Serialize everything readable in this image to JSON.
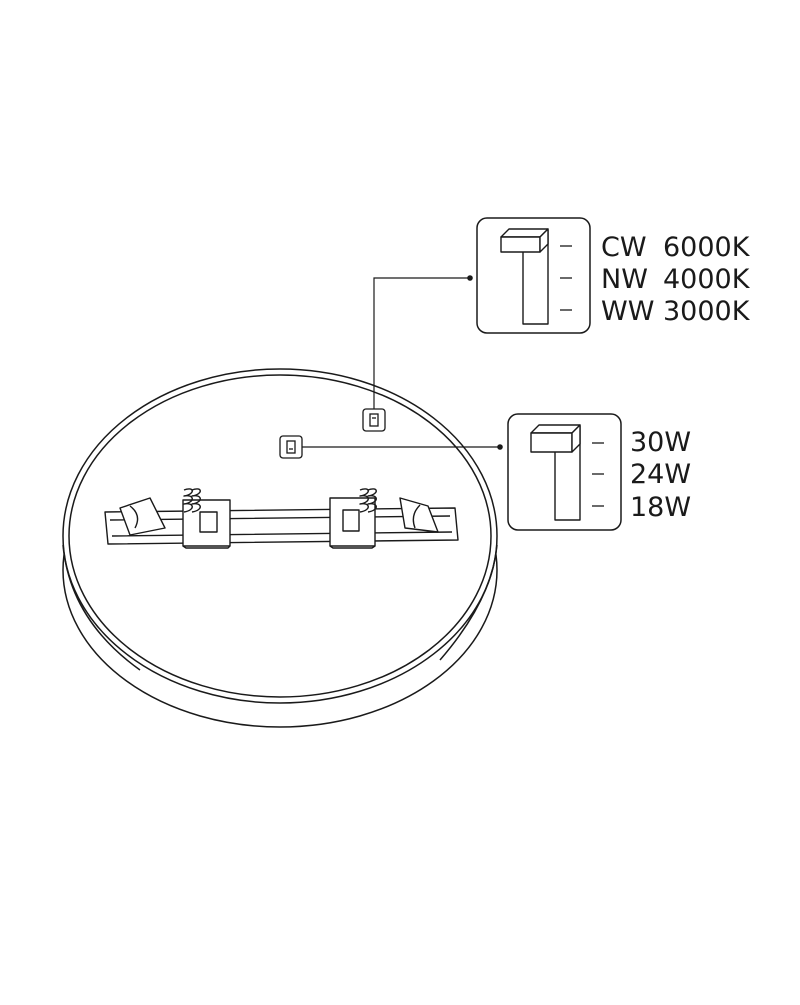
{
  "colors": {
    "line": "#1a1a1a",
    "background": "#ffffff"
  },
  "color_temperature": {
    "options": [
      {
        "code": "CW",
        "value": "6000K"
      },
      {
        "code": "NW",
        "value": "4000K"
      },
      {
        "code": "WW",
        "value": "3000K"
      }
    ]
  },
  "power": {
    "options": [
      "30W",
      "24W",
      "18W"
    ]
  }
}
